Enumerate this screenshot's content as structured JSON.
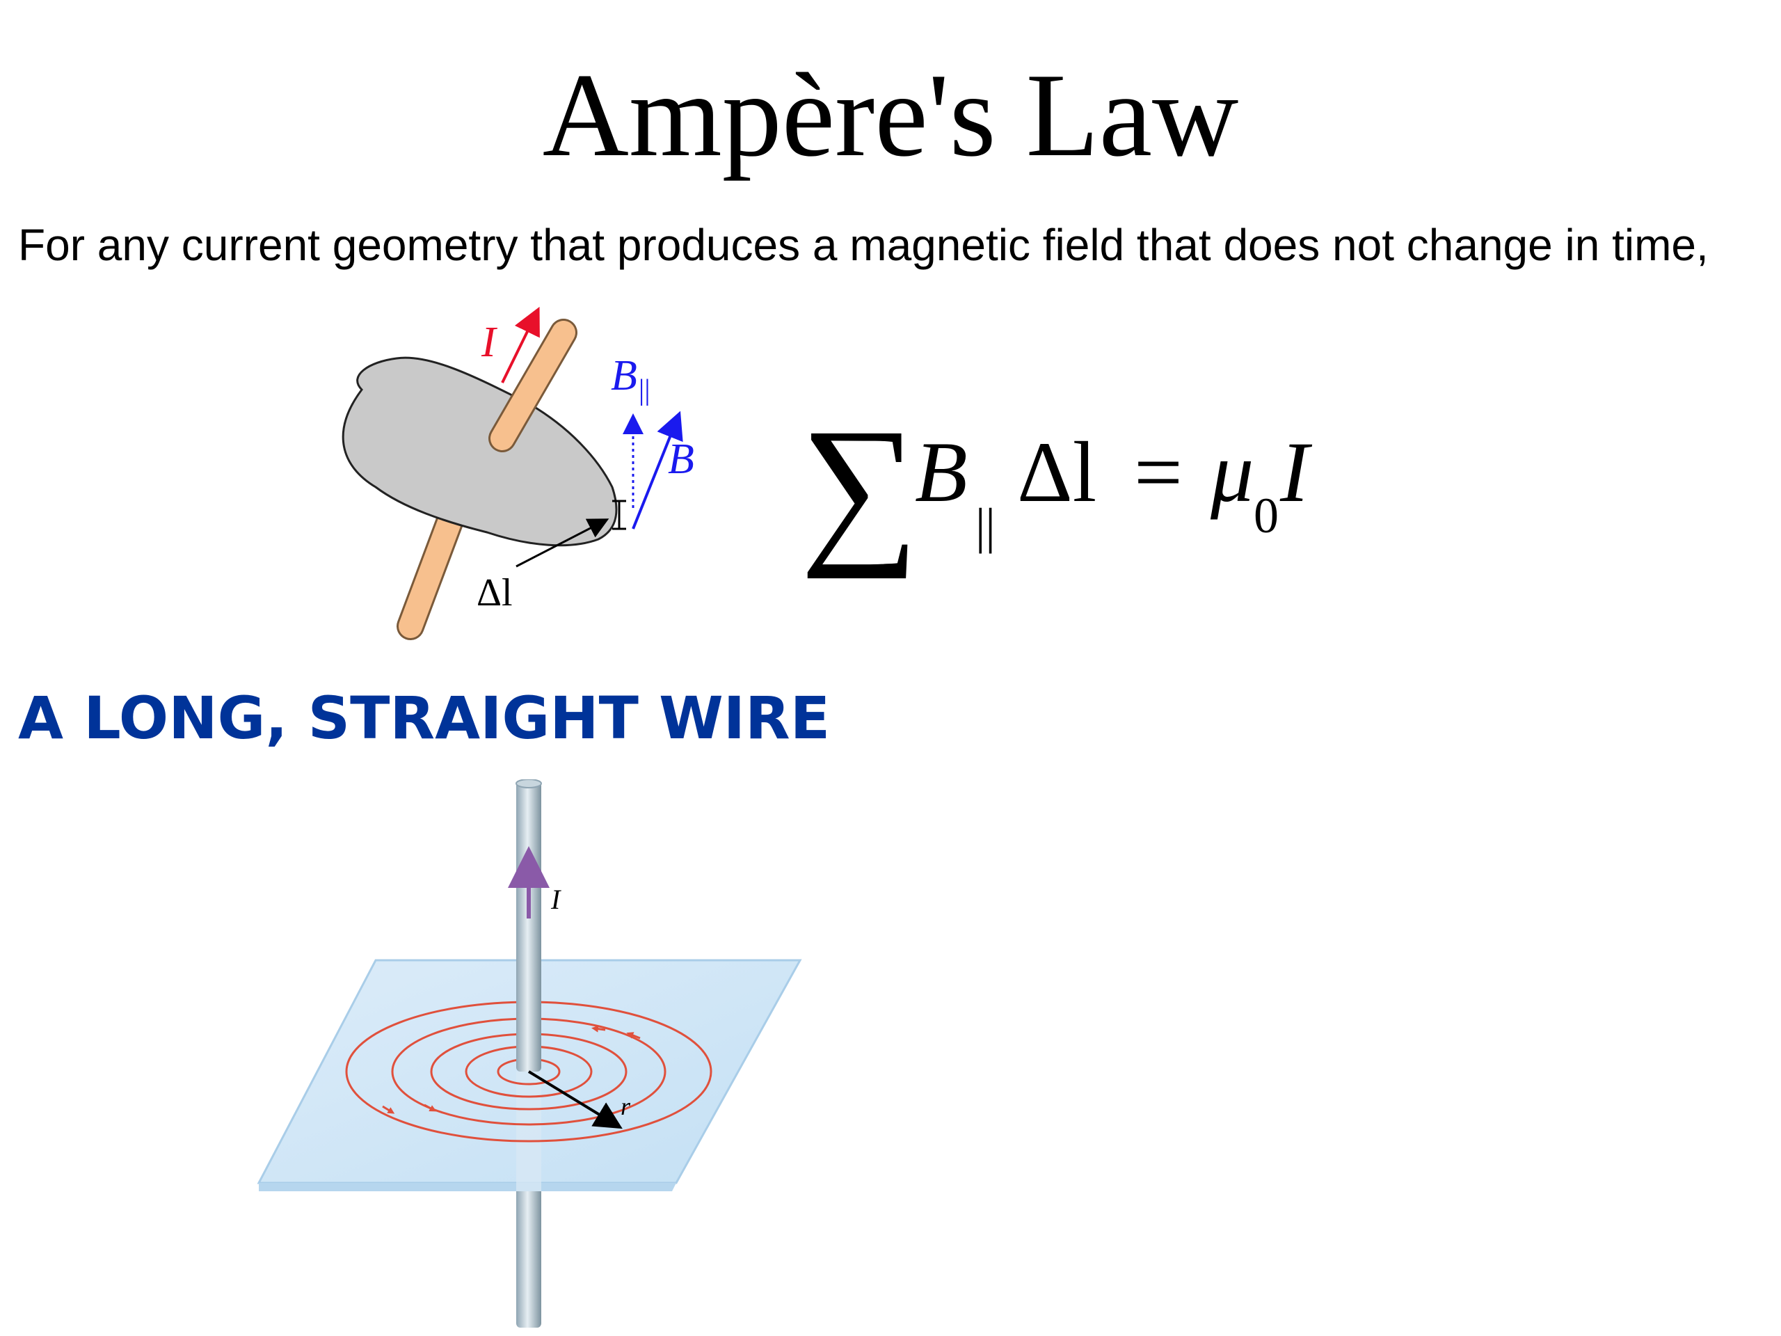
{
  "title": "Ampère's Law",
  "intro": "For any current geometry that produces a magnetic field that does not change in time,",
  "diagram_loop": {
    "current_label": "I",
    "b_parallel_label": "B",
    "b_parallel_subscript": "||",
    "b_label": "B",
    "delta_l_label": "Δl"
  },
  "equation": {
    "sum": "∑",
    "b": "B",
    "b_subscript": "||",
    "delta_l": "Δl",
    "equals": "=",
    "mu": "μ",
    "mu_subscript": "0",
    "current": "I"
  },
  "section_heading": "A LONG, STRAIGHT WIRE",
  "diagram_wire": {
    "current_label": "I",
    "radius_label": "r"
  },
  "colors": {
    "heading": "#003399",
    "current_arrow": "#e8102a",
    "field": "#1a1aee",
    "rod": "#f7c08e",
    "loop_fill": "#c9c9c9",
    "field_lines": "#e0503c",
    "plane": "#cfe6f7"
  }
}
